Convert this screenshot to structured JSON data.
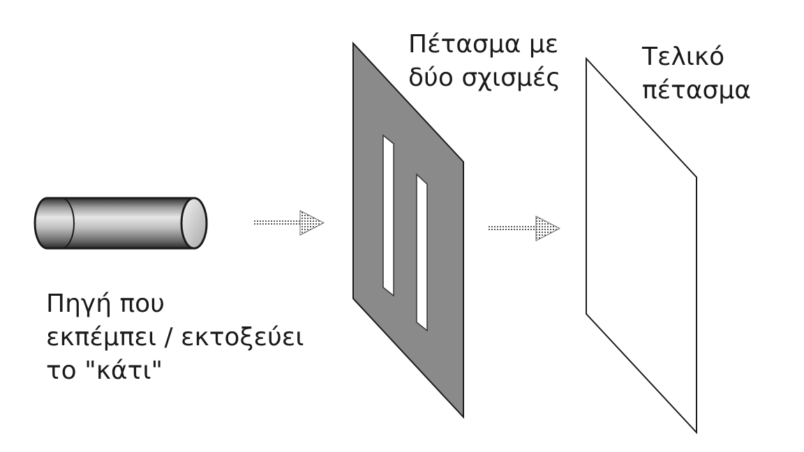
{
  "labels": {
    "source": [
      "Πηγή που",
      "εκπέμπει / εκτοξεύει",
      "το \"κάτι\""
    ],
    "slit_screen": [
      "Πέτασμα με",
      "δύο σχισμές"
    ],
    "final_screen": [
      "Τελικό",
      "πέτασμα"
    ]
  },
  "colors": {
    "background": "#ffffff",
    "slit_screen_fill": "#8a8a8a",
    "outline": "#1a1a1a",
    "text": "#1a1a1a"
  },
  "icons": {
    "source": "cylinder-icon",
    "arrows": "dotted-arrow-icon"
  }
}
